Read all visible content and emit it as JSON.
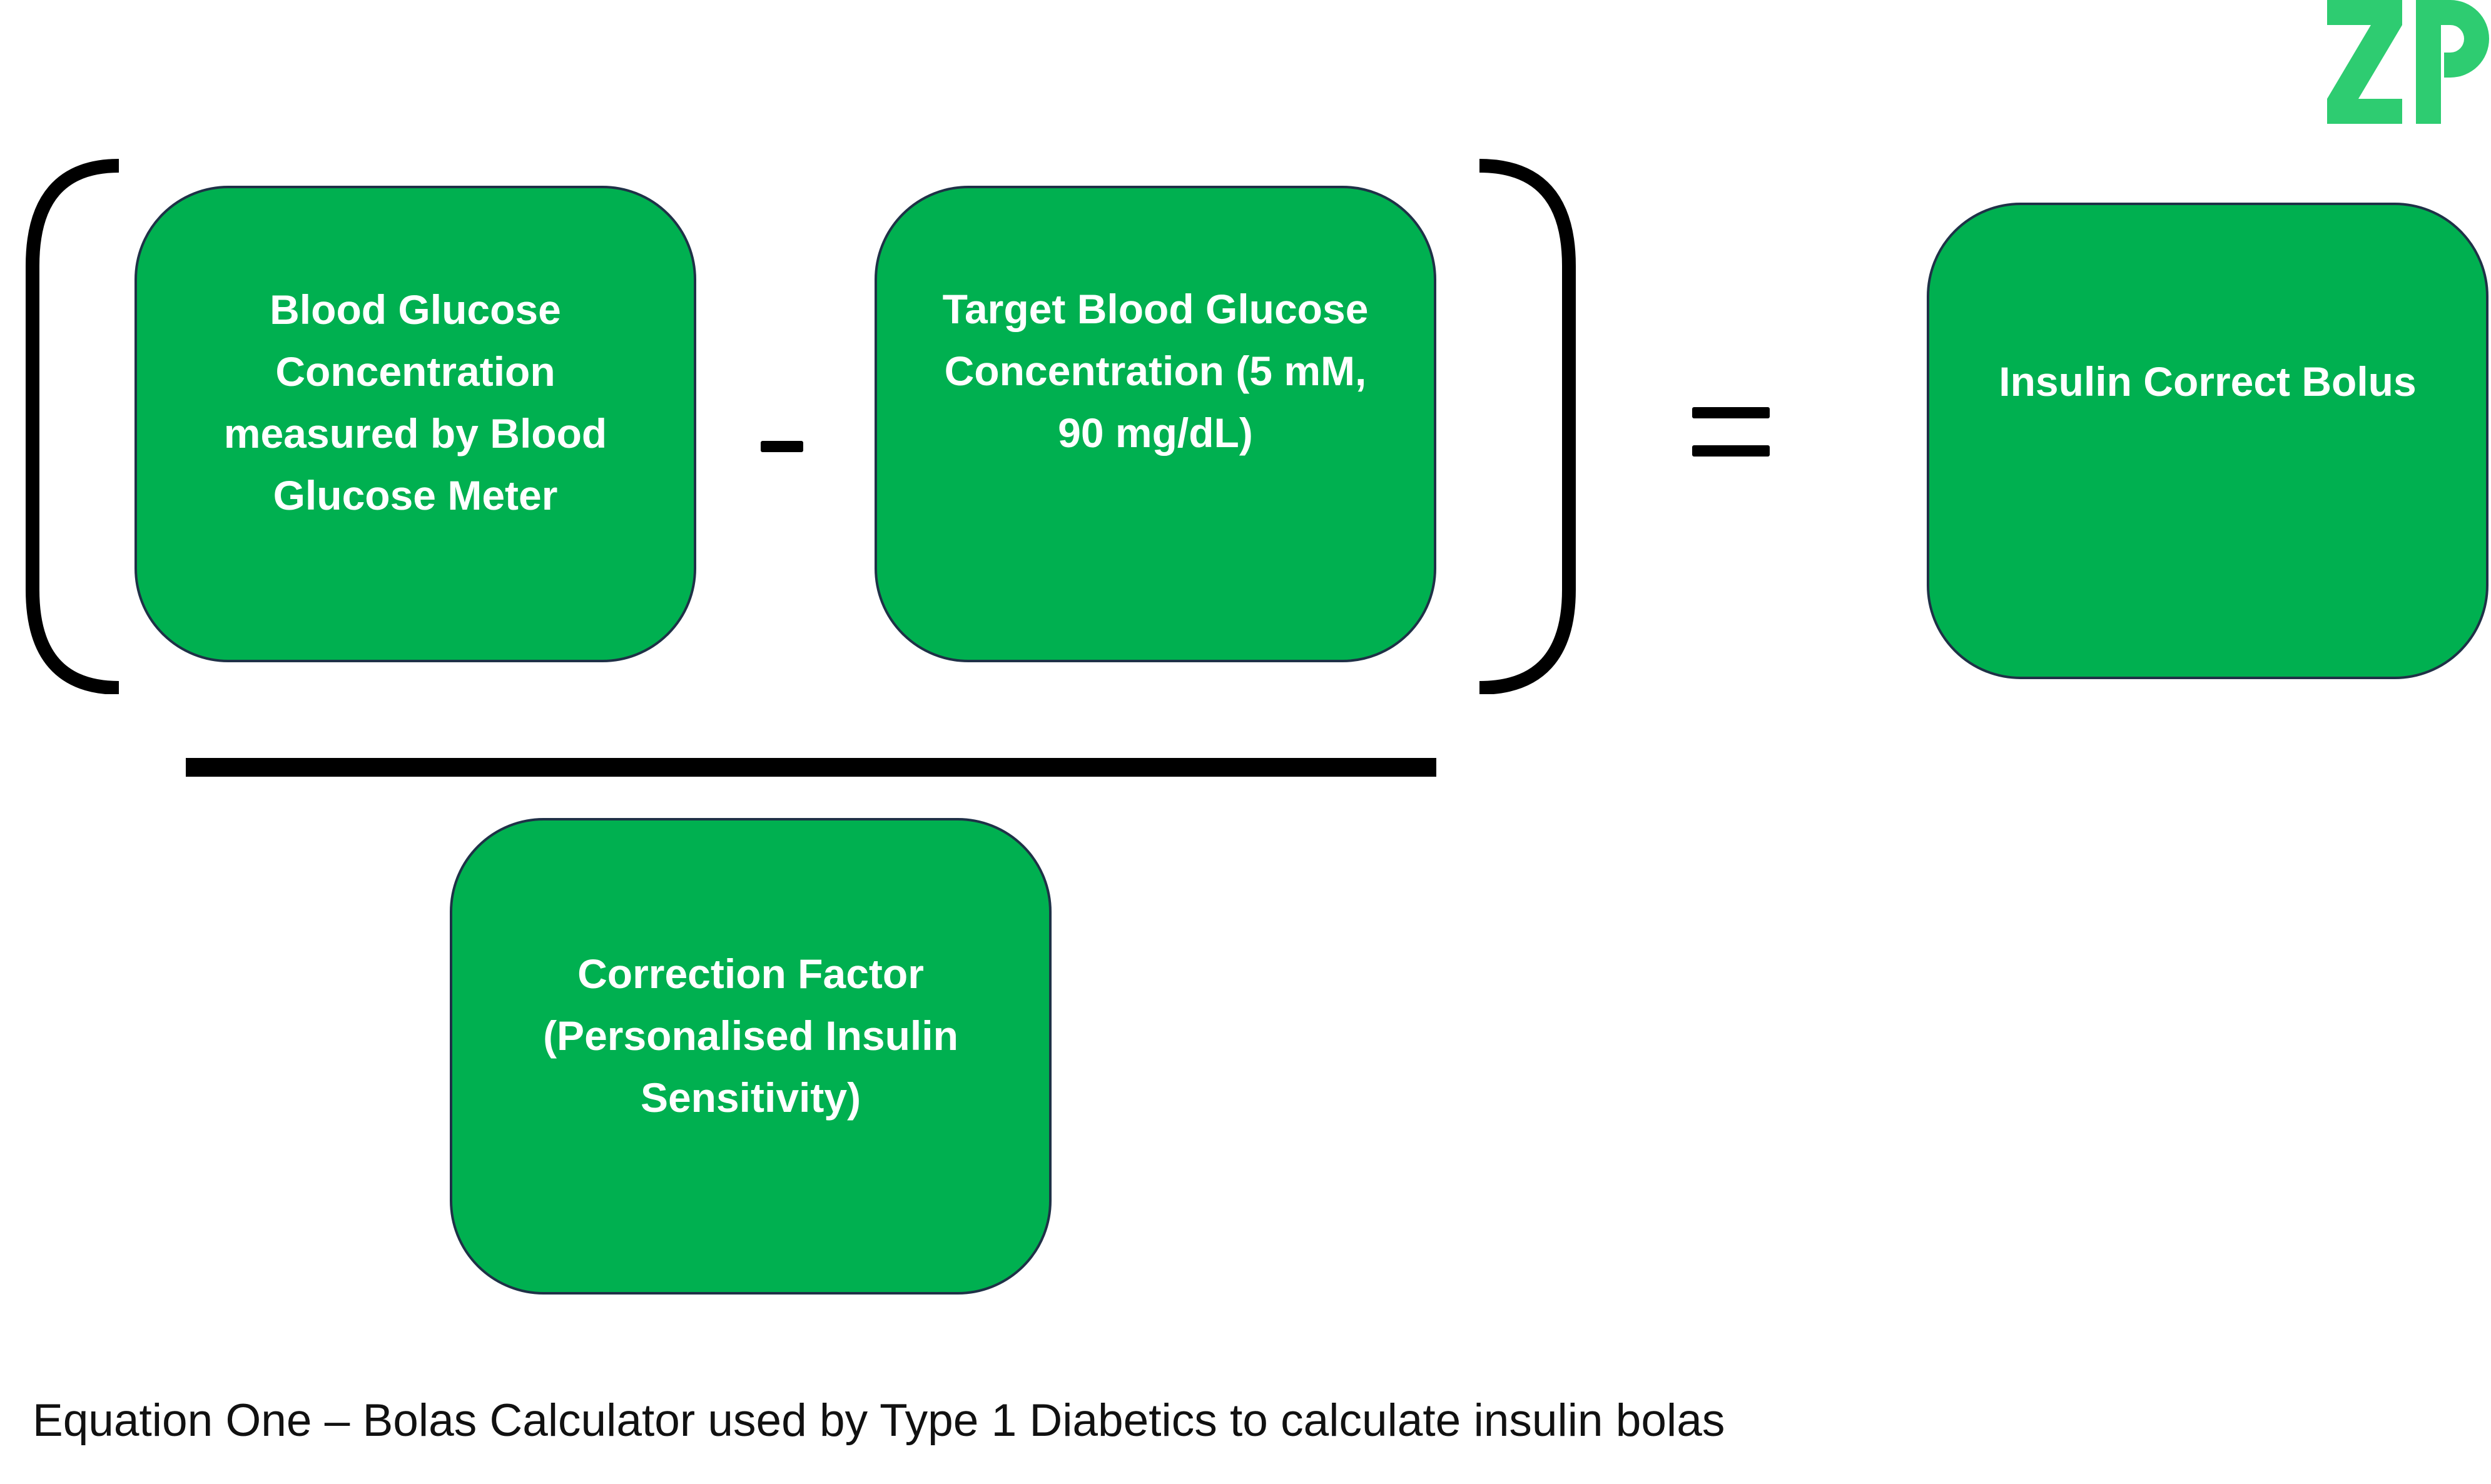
{
  "equation": {
    "blood_glucose": "Blood Glucose Concentration measured by Blood Glucose Meter",
    "minus_sign": "-",
    "target_glucose": "Target Blood Glucose Concentration (5 mM, 90 mg/dL)",
    "equals_sign": "=",
    "result": "Insulin Correct Bolus",
    "divisor": "Correction Factor (Personalised Insulin Sensitivity)"
  },
  "caption": "Equation One – Bolas Calculator used by Type 1 Diabetics to calculate insulin bolas",
  "logo": {
    "text": "ZP",
    "icon": "zp-logo-icon",
    "color": "#2ECC71"
  },
  "colors": {
    "box_fill": "#00B050",
    "box_border": "#1F3147",
    "text": "#FFFFFF",
    "symbols": "#000000"
  }
}
